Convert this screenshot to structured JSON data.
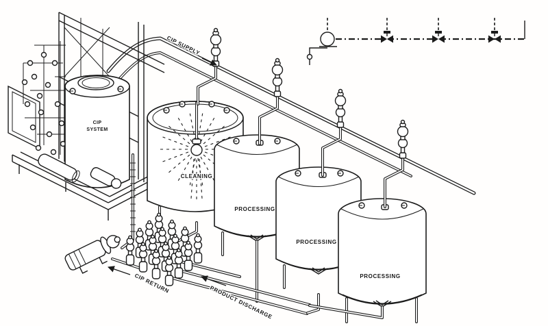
{
  "figure": {
    "kind": "isometric process piping line drawing",
    "subject": "CIP (clean-in-place) system serving a cleaning tank and three processing tanks"
  },
  "colors": {
    "ink": "#1b1b1b",
    "paper": "#fffefd"
  },
  "labels": {
    "cip_supply": "CIP SUPPLY",
    "cip_return": "CIP RETURN",
    "product_discharge": "PRODUCT DISCHARGE",
    "cleaning": "CLEANING",
    "processing": [
      "PROCESSING",
      "PROCESSING",
      "PROCESSING"
    ],
    "cip_tank": {
      "line1": "CIP",
      "line2": "SYSTEM"
    }
  },
  "components": [
    "cip-skid-with-frame-and-pumps",
    "cip-system-tank",
    "cip-supply-header",
    "lower-supply-return-header",
    "mixproof-valve-drop-x4",
    "cleaning-tank-cutaway-with-spray-ball",
    "processing-tank-x3",
    "tank-outlet-return-piping",
    "mixproof-valve-manifold",
    "cip-return-pump",
    "single-line-schematic-with-pump-and-three-valves"
  ]
}
